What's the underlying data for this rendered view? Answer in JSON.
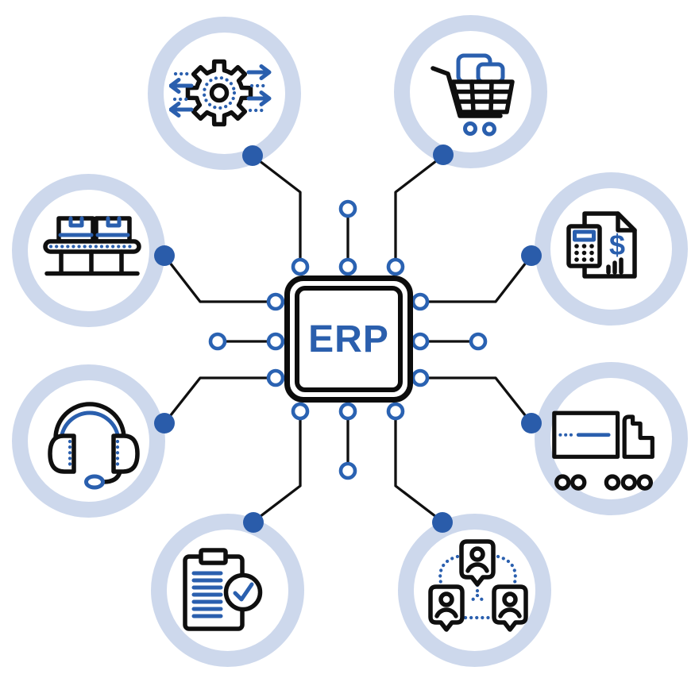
{
  "diagram": {
    "title": "ERP system hub diagram",
    "chip_label": "ERP",
    "colors": {
      "accent_blue": "#2a5fae",
      "pin_blue": "#2a62b2",
      "dot_blue": "#2a5caa",
      "ring_light_blue": "#cdd8ec",
      "outline_black": "#0f0f0f",
      "background": "#ffffff"
    },
    "nodes": [
      {
        "position": "top-left",
        "icon": "gear-sync-icon"
      },
      {
        "position": "top-right",
        "icon": "shopping-cart-icon"
      },
      {
        "position": "right-upper",
        "icon": "calculator-invoice-icon"
      },
      {
        "position": "right-lower",
        "icon": "truck-icon"
      },
      {
        "position": "bottom-right",
        "icon": "team-network-icon"
      },
      {
        "position": "bottom-left",
        "icon": "checklist-icon"
      },
      {
        "position": "left-lower",
        "icon": "headset-icon"
      },
      {
        "position": "left-upper",
        "icon": "conveyor-boxes-icon"
      }
    ]
  }
}
